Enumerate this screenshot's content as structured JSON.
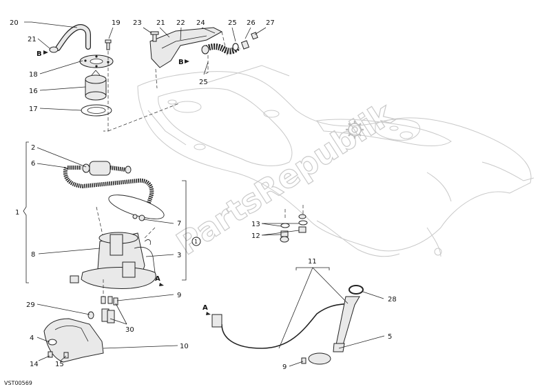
{
  "drawing_code": "VST00569",
  "watermark": "PartsRepublik",
  "callouts": [
    {
      "id": "20",
      "text": "20"
    },
    {
      "id": "19",
      "text": "19"
    },
    {
      "id": "23",
      "text": "23"
    },
    {
      "id": "21a",
      "text": "21"
    },
    {
      "id": "22",
      "text": "22"
    },
    {
      "id": "24",
      "text": "24"
    },
    {
      "id": "25a",
      "text": "25"
    },
    {
      "id": "26",
      "text": "26"
    },
    {
      "id": "27",
      "text": "27"
    },
    {
      "id": "21b",
      "text": "21"
    },
    {
      "id": "18",
      "text": "18"
    },
    {
      "id": "16",
      "text": "16"
    },
    {
      "id": "17",
      "text": "17"
    },
    {
      "id": "25b",
      "text": "25"
    },
    {
      "id": "2",
      "text": "2"
    },
    {
      "id": "6",
      "text": "6"
    },
    {
      "id": "1",
      "text": "1"
    },
    {
      "id": "7",
      "text": "7"
    },
    {
      "id": "8",
      "text": "8"
    },
    {
      "id": "3",
      "text": "3"
    },
    {
      "id": "9a",
      "text": "9"
    },
    {
      "id": "29",
      "text": "29"
    },
    {
      "id": "30",
      "text": "30"
    },
    {
      "id": "4",
      "text": "4"
    },
    {
      "id": "10",
      "text": "10"
    },
    {
      "id": "14",
      "text": "14"
    },
    {
      "id": "15",
      "text": "15"
    },
    {
      "id": "13",
      "text": "13"
    },
    {
      "id": "12",
      "text": "12"
    },
    {
      "id": "11",
      "text": "11"
    },
    {
      "id": "28",
      "text": "28"
    },
    {
      "id": "5",
      "text": "5"
    },
    {
      "id": "9b",
      "text": "9"
    }
  ],
  "markers": {
    "b1": "B",
    "b2": "B",
    "a1": "A",
    "a2": "A",
    "circle_ref": "1"
  }
}
